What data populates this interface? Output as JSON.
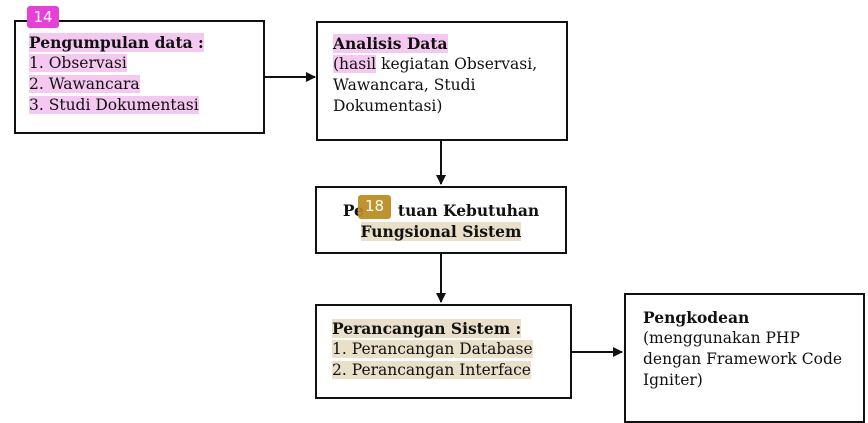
{
  "badges": {
    "box1": "14",
    "box3": "18"
  },
  "colors": {
    "pink_highlight": "#f4c8f0",
    "tan_highlight": "#eadfc9",
    "badge_pink": "#e83fd8",
    "badge_brown": "#b98a1f"
  },
  "box1": {
    "title": "Pengumpulan data :",
    "items": [
      "1. Observasi",
      "2. Wawancara",
      "3. Studi Dokumentasi"
    ]
  },
  "box2": {
    "title": "Analisis Data",
    "line1_hl": "(hasil",
    "line1_rest": " kegiatan Observasi,",
    "line2": "Wawancara, Studi",
    "line3": "Dokumentasi)"
  },
  "box3": {
    "title_start": "Pe",
    "title_end": "tuan Kebutuhan",
    "title_line2": "Fungsional Sistem"
  },
  "box4": {
    "title": "Perancangan Sistem :",
    "items": [
      "1. Perancangan Database",
      "2. Perancangan Interface"
    ]
  },
  "box5": {
    "title": "Pengkodean",
    "line1": "(menggunakan PHP",
    "line2": "dengan Framework Code",
    "line3": "Igniter)"
  }
}
